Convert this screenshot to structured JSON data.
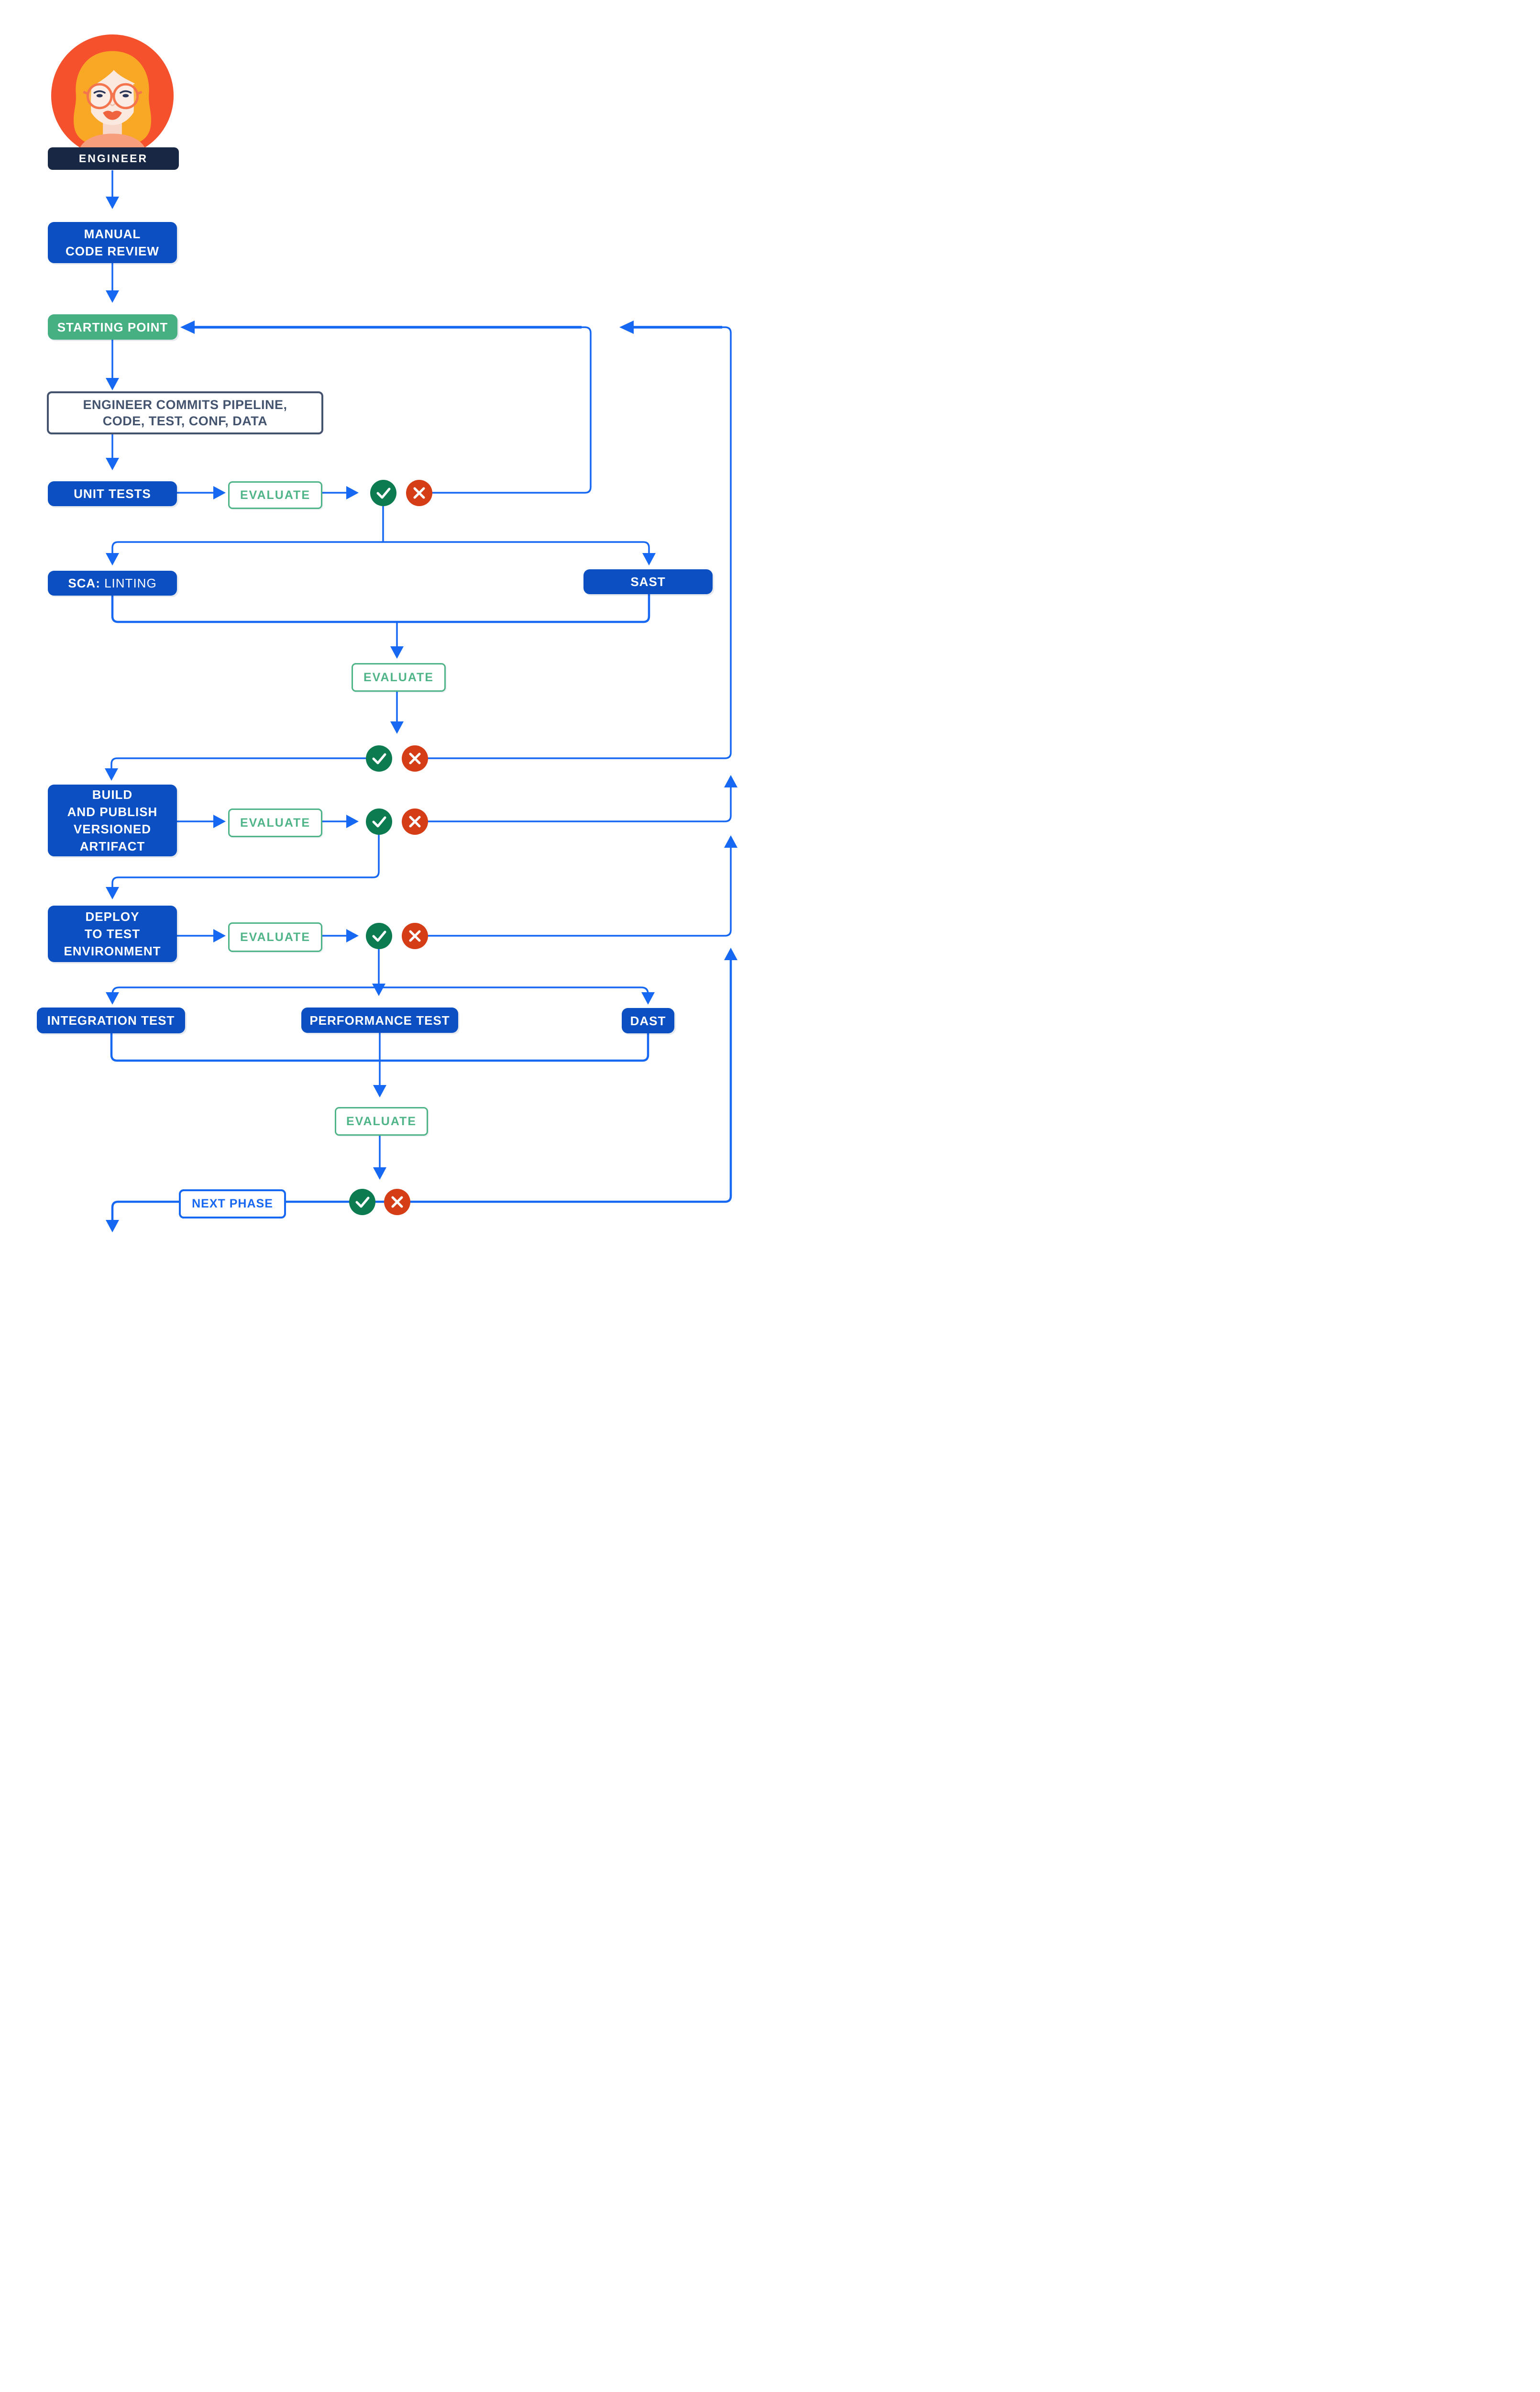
{
  "diagram": {
    "actor": {
      "label": "ENGINEER"
    },
    "evaluate_label": "EVALUATE",
    "nodes": {
      "manual_code_review": "MANUAL\nCODE REVIEW",
      "starting_point": "STARTING POINT",
      "engineer_commits": "ENGINEER COMMITS PIPELINE,\nCODE, TEST, CONF, DATA",
      "unit_tests": "UNIT TESTS",
      "sca_prefix": "SCA:",
      "sca_rest": " LINTING",
      "sast": "SAST",
      "build_artifact": "BUILD\nAND PUBLISH\nVERSIONED\nARTIFACT",
      "deploy_test": "DEPLOY\nTO TEST\nENVIRONMENT",
      "integration_test": "INTEGRATION TEST",
      "performance_test": "PERFORMANCE TEST",
      "dast": "DAST",
      "next_phase": "NEXT PHASE"
    },
    "icons": {
      "pass": "check-icon",
      "fail": "cross-icon"
    },
    "edges": [
      "ENGINEER → MANUAL CODE REVIEW",
      "MANUAL CODE REVIEW → STARTING POINT",
      "STARTING POINT → ENGINEER COMMITS PIPELINE, CODE, TEST, CONF, DATA",
      "ENGINEER COMMITS → UNIT TESTS",
      "UNIT TESTS → EVALUATE → pass / fail",
      "UNIT TESTS fail → STARTING POINT",
      "UNIT TESTS pass → SCA: LINTING + SAST",
      "SCA: LINTING + SAST → EVALUATE → pass / fail",
      "SCA/SAST fail → STARTING POINT",
      "SCA/SAST pass → BUILD AND PUBLISH VERSIONED ARTIFACT",
      "BUILD AND PUBLISH VERSIONED ARTIFACT → EVALUATE → pass / fail",
      "BUILD fail → return loop up",
      "BUILD pass → DEPLOY TO TEST ENVIRONMENT",
      "DEPLOY TO TEST ENVIRONMENT → EVALUATE → pass / fail",
      "DEPLOY fail → return loop up",
      "DEPLOY pass → INTEGRATION TEST + PERFORMANCE TEST + DAST",
      "INTEGRATION TEST + PERFORMANCE TEST + DAST → EVALUATE → pass / fail",
      "final fail → return loop up",
      "final pass → NEXT PHASE"
    ],
    "colors": {
      "node_blue": "#0B4FC2",
      "arrow_blue": "#1667F2",
      "green_node": "#46B083",
      "evaluate_green": "#4FB588",
      "pass_green": "#0C7B4F",
      "fail_red": "#D53D17",
      "navy_plate": "#182744",
      "slate_outline": "#44546F",
      "avatar_orange": "#F4512C"
    }
  }
}
